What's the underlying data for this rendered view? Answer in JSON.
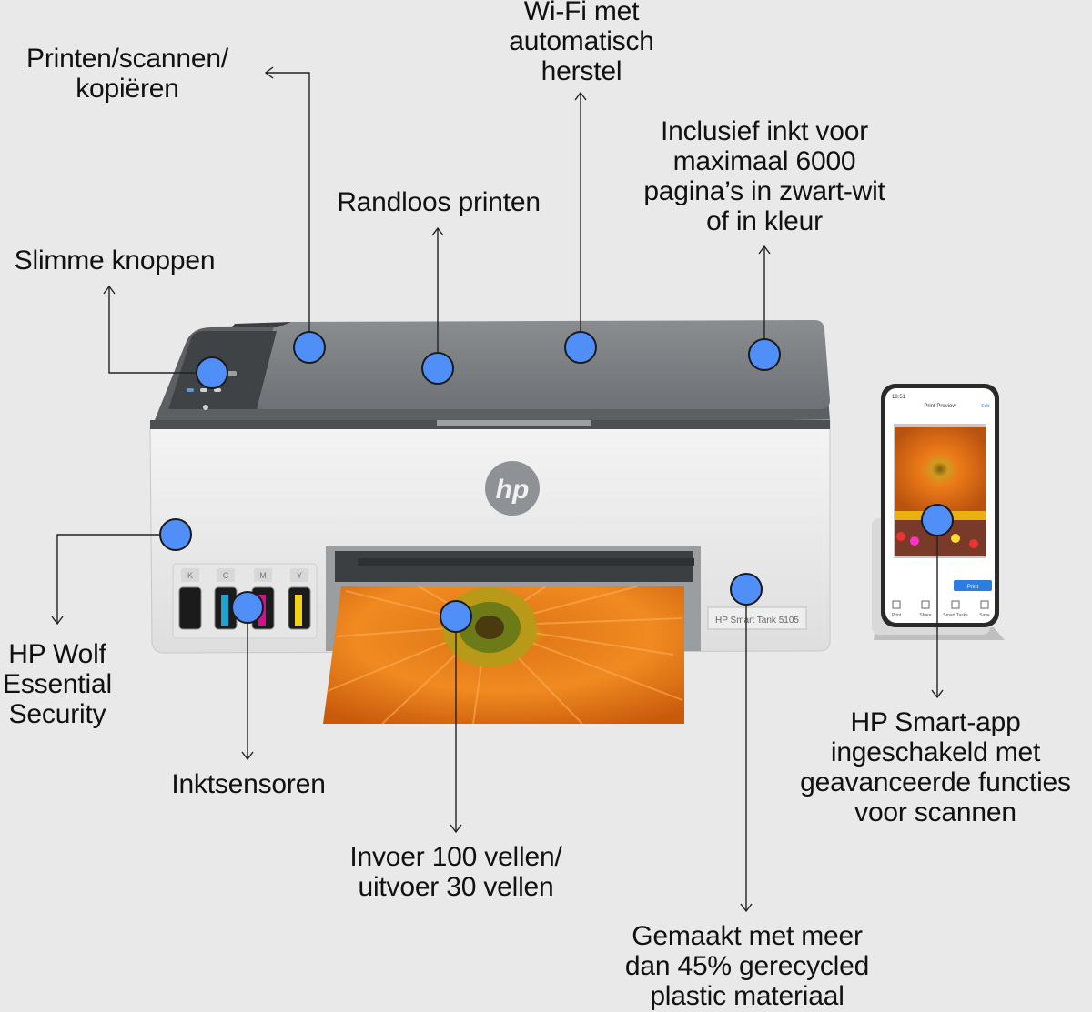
{
  "callouts": {
    "print_scan_copy": "Printen/scannen/\nkopiëren",
    "wifi": "Wi-Fi met\nautomatisch\nherstel",
    "ink_included": "Inclusief inkt voor\nmaximaal 6000\npagina’s in zwart-wit\nof in kleur",
    "borderless": "Randloos printen",
    "smart_buttons": "Slimme knoppen",
    "security": "HP Wolf\nEssential\nSecurity",
    "ink_sensors": "Inktsensoren",
    "paper_capacity": "Invoer 100 vellen/\nuitvoer 30 vellen",
    "recycled": "Gemaakt met meer\ndan 45% gerecycled\nplastic materiaal",
    "hp_smart_app": "HP Smart-app\ningeschakeld met\ngeavanceerde functies\nvoor scannen"
  },
  "printer": {
    "brand_logo": "hp",
    "model_label": "HP Smart Tank 5105",
    "tank_letters": [
      "K",
      "C",
      "M",
      "Y"
    ]
  },
  "phone": {
    "time": "18:51",
    "screen_title": "Print Preview",
    "edit_label": "Edit",
    "print_button": "Print",
    "nav_items": [
      "Print",
      "Share",
      "Smart Tasks",
      "Save"
    ]
  },
  "colors": {
    "marker_blue": "#4f8ff7",
    "background": "#e9e9e9"
  }
}
